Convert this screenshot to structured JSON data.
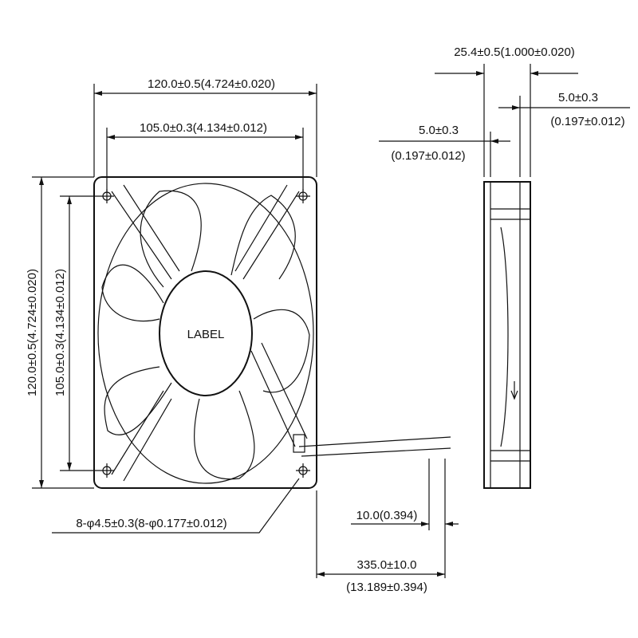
{
  "drawing": {
    "hub_label": "LABEL",
    "dims": {
      "overall_width": "120.0±0.5(4.724±0.020)",
      "hole_spacing_width": "105.0±0.3(4.134±0.012)",
      "overall_height": "120.0±0.5(4.724±0.020)",
      "hole_spacing_height": "105.0±0.3(4.134±0.012)",
      "thickness": "25.4±0.5(1.000±0.020)",
      "flange_right_mm": "5.0±0.3",
      "flange_right_in": "(0.197±0.012)",
      "flange_left_mm": "5.0±0.3",
      "flange_left_in": "(0.197±0.012)",
      "mount_holes": "8-φ4.5±0.3(8-φ0.177±0.012)",
      "wire_strip": "10.0(0.394)",
      "lead_length_mm": "335.0±10.0",
      "lead_length_in": "(13.189±0.394)"
    }
  }
}
